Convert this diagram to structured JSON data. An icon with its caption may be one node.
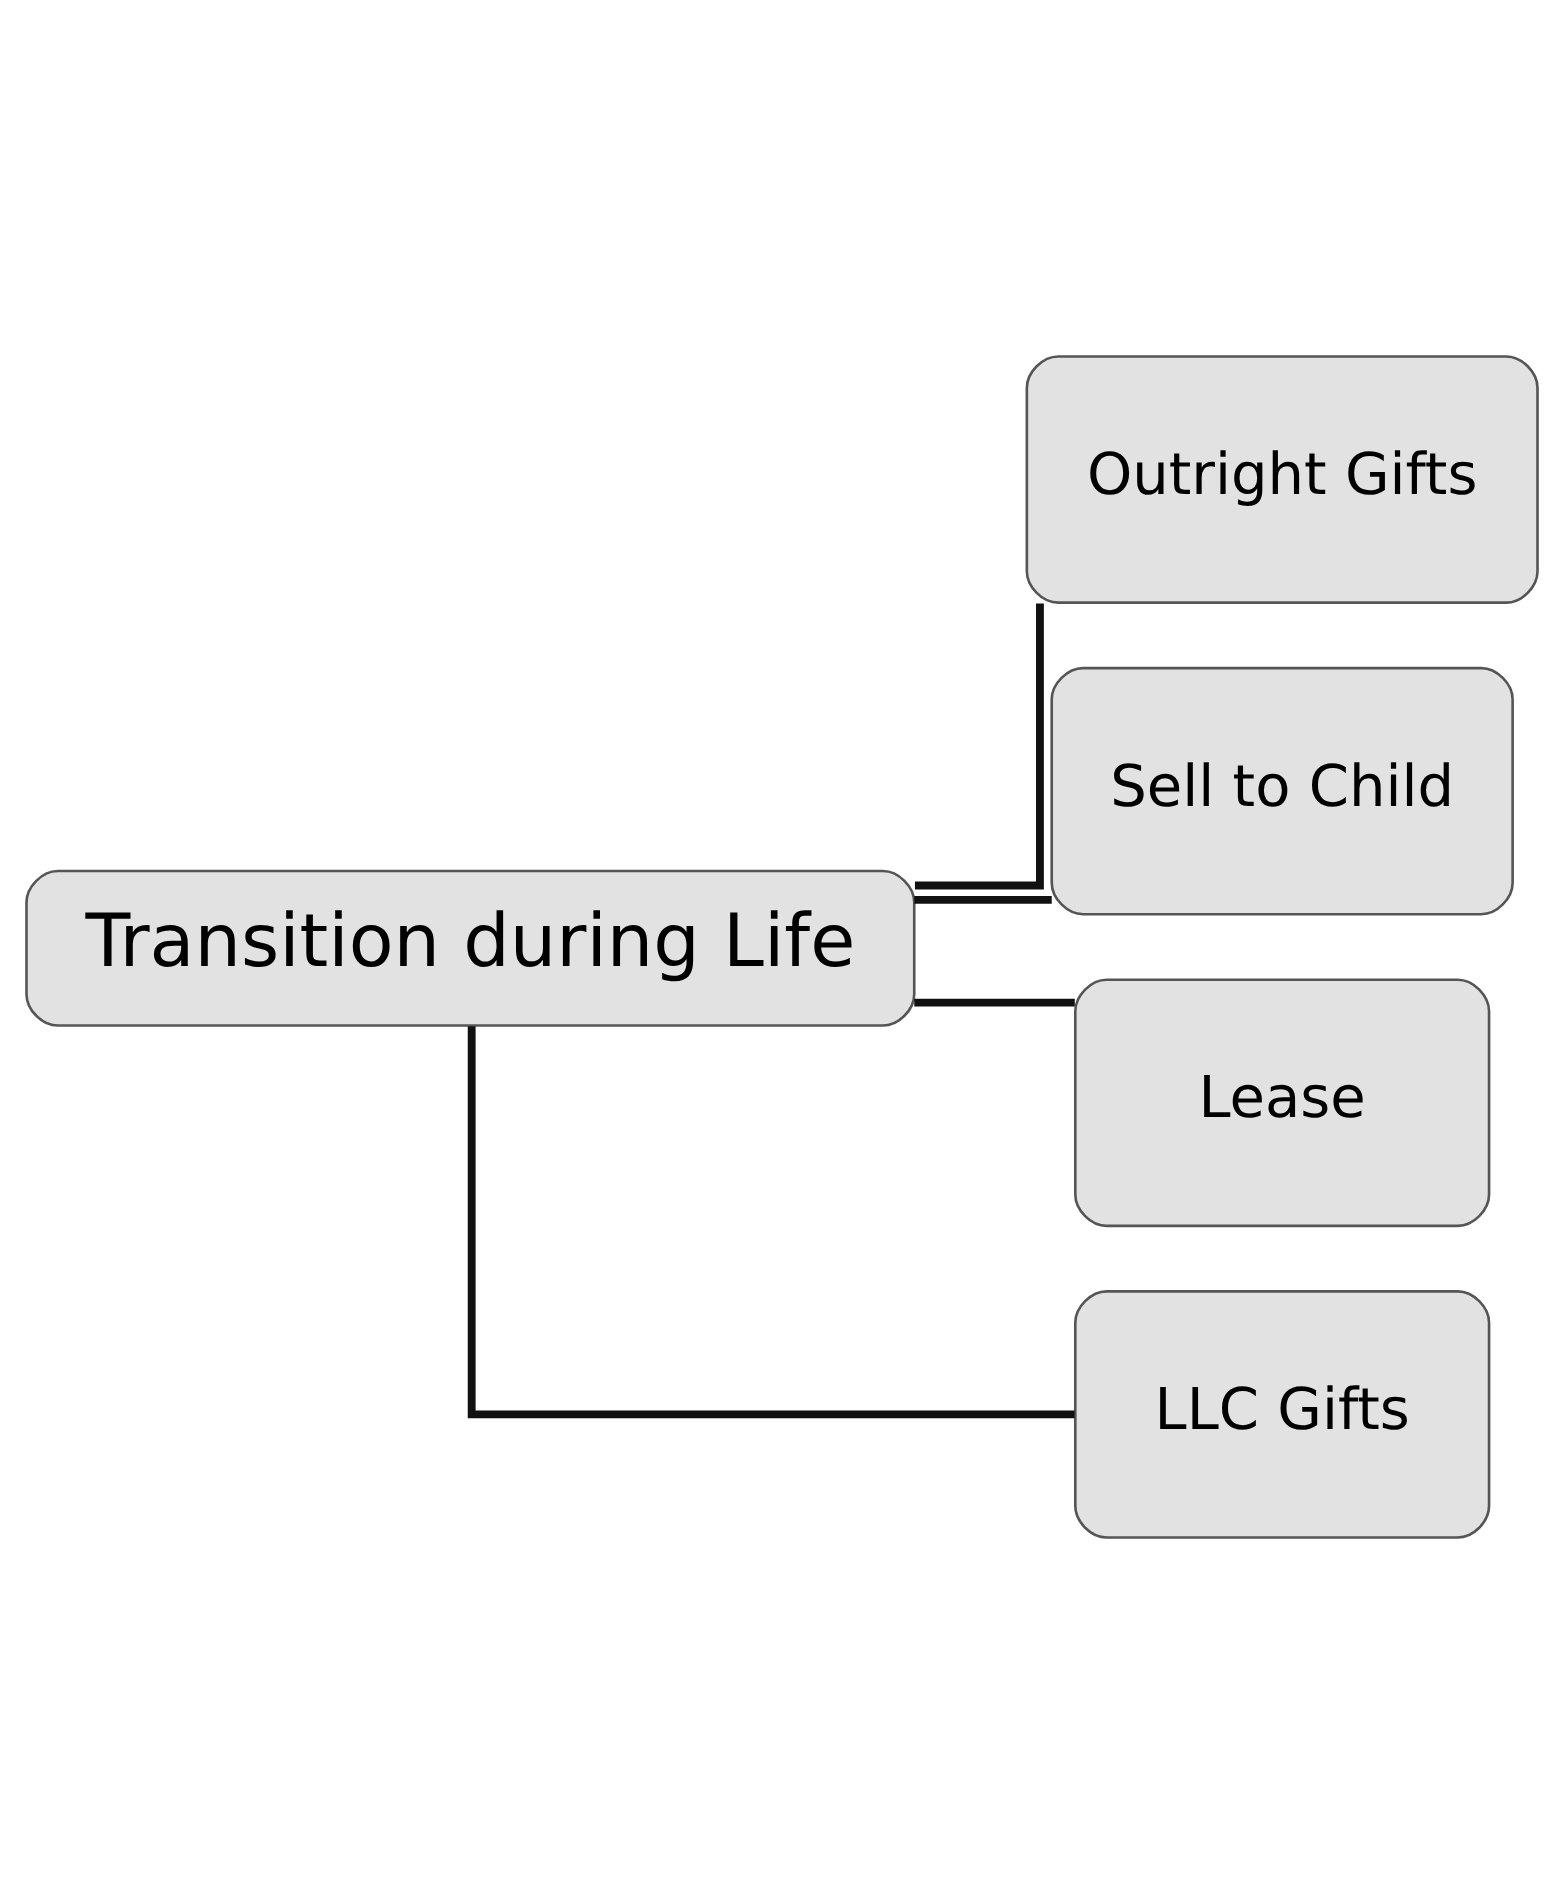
{
  "diagram": {
    "nodes": [
      {
        "text": [
          "Transition during Life"
        ]
      },
      {
        "text": [
          "Outright Gifts"
        ]
      },
      {
        "text": [
          "Sell to Child"
        ]
      },
      {
        "text": [
          "Lease"
        ]
      },
      {
        "text": [
          "LLC Gifts"
        ]
      }
    ],
    "edges": [
      {
        "from": 0,
        "to": 1,
        "arrow": "none"
      },
      {
        "from": 0,
        "to": 2,
        "arrow": "none"
      },
      {
        "from": 0,
        "to": 3,
        "arrow": "none"
      },
      {
        "from": 0,
        "to": 4,
        "arrow": "none"
      }
    ]
  }
}
